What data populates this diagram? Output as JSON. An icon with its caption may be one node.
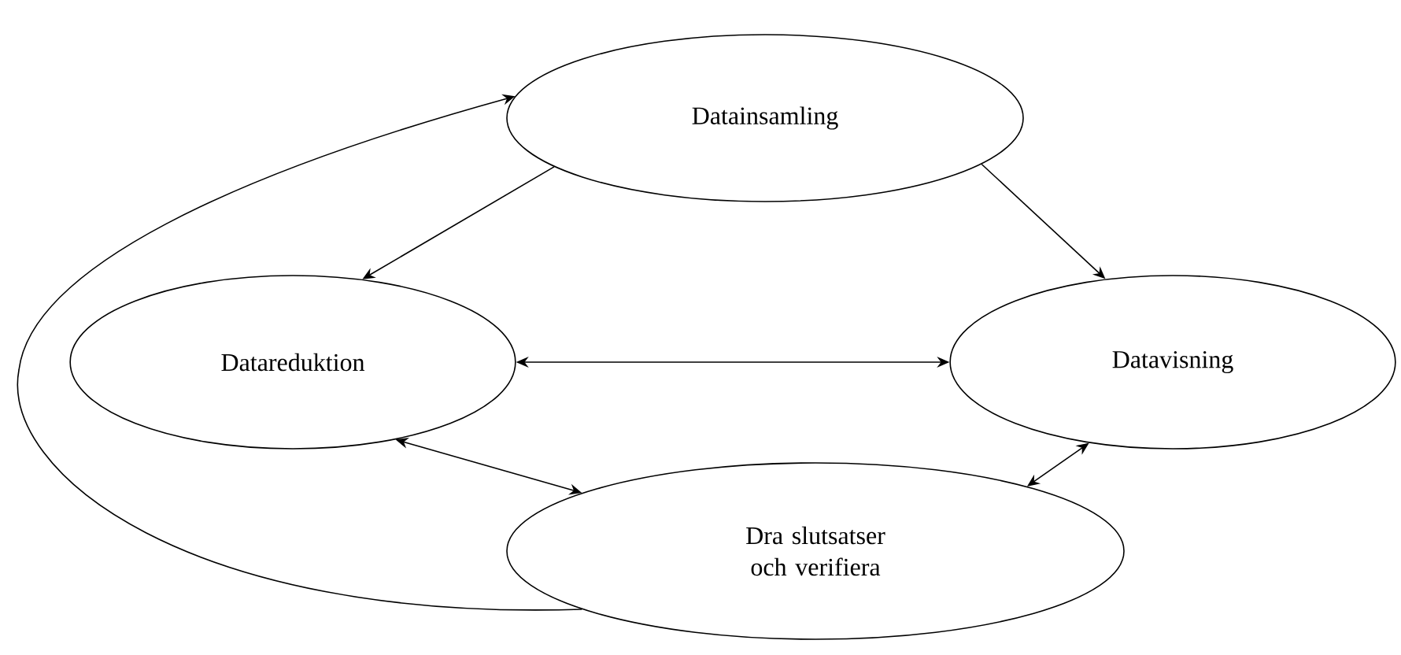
{
  "diagram": {
    "nodes": [
      {
        "text": [
          "Datainsamling"
        ]
      },
      {
        "text": [
          "Datareduktion"
        ]
      },
      {
        "text": [
          "Datavisning"
        ]
      },
      {
        "text": [
          "Dra slutsatser och verifiera"
        ]
      }
    ],
    "edges": [
      {
        "from": 0,
        "to": 1,
        "arrow": "to"
      },
      {
        "from": 0,
        "to": 2,
        "arrow": "to"
      },
      {
        "from": 1,
        "to": 2,
        "arrow": "both"
      },
      {
        "from": 1,
        "to": 3,
        "arrow": "both"
      },
      {
        "from": 3,
        "to": 2,
        "arrow": "both"
      },
      {
        "from": 3,
        "to": 0,
        "arrow": "to"
      }
    ]
  }
}
